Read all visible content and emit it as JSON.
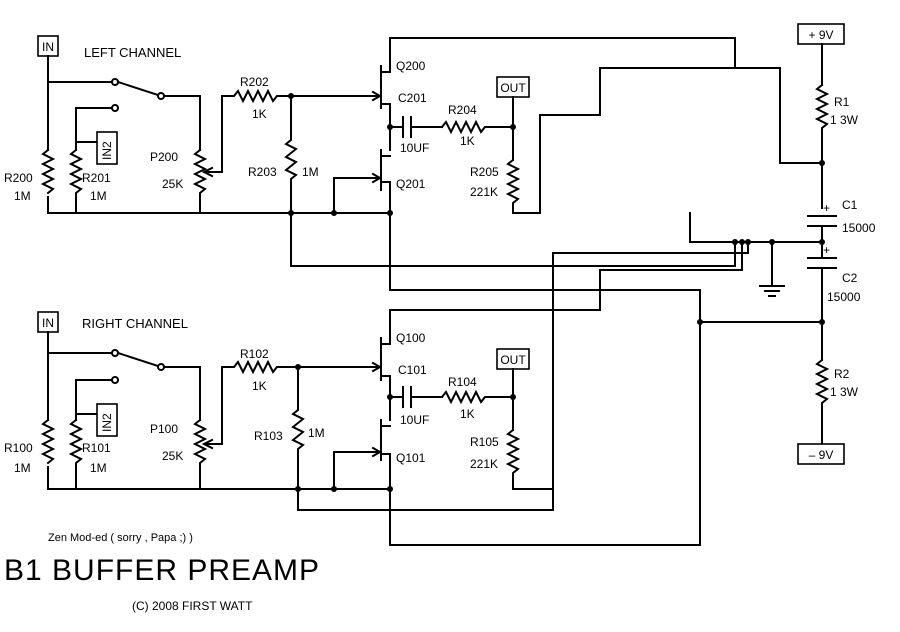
{
  "title": "B1 BUFFER PREAMP",
  "copyright": "(C) 2008 FIRST WATT",
  "note": "Zen Mod-ed ( sorry , Papa ;) )",
  "left": {
    "channel_label": "LEFT CHANNEL",
    "in_label": "IN",
    "in2_label": "IN2",
    "out_label": "OUT",
    "r_in": {
      "name": "R200",
      "value": "1M"
    },
    "r_in2": {
      "name": "R201",
      "value": "1M"
    },
    "pot": {
      "name": "P200",
      "value": "25K"
    },
    "r_gate": {
      "name": "R202",
      "value": "1K"
    },
    "r_bias": {
      "name": "R203",
      "value": "1M"
    },
    "q_top": "Q200",
    "q_bot": "Q201",
    "cap": {
      "name": "C201",
      "value": "10UF"
    },
    "r_out": {
      "name": "R204",
      "value": "1K"
    },
    "r_load": {
      "name": "R205",
      "value": "221K"
    }
  },
  "right": {
    "channel_label": "RIGHT CHANNEL",
    "in_label": "IN",
    "in2_label": "IN2",
    "out_label": "OUT",
    "r_in": {
      "name": "R100",
      "value": "1M"
    },
    "r_in2": {
      "name": "R101",
      "value": "1M"
    },
    "pot": {
      "name": "P100",
      "value": "25K"
    },
    "r_gate": {
      "name": "R102",
      "value": "1K"
    },
    "r_bias": {
      "name": "R103",
      "value": "1M"
    },
    "q_top": "Q100",
    "q_bot": "Q101",
    "cap": {
      "name": "C101",
      "value": "10UF"
    },
    "r_out": {
      "name": "R104",
      "value": "1K"
    },
    "r_load": {
      "name": "R105",
      "value": "221K"
    }
  },
  "supply": {
    "pos_label": "+ 9V",
    "neg_label": "– 9V",
    "r1": {
      "name": "R1",
      "value": "1 3W"
    },
    "r2": {
      "name": "R2",
      "value": "1 3W"
    },
    "c1": {
      "name": "C1",
      "value": "15000",
      "polarity": "+"
    },
    "c2": {
      "name": "C2",
      "value": "15000",
      "polarity": "+"
    }
  }
}
